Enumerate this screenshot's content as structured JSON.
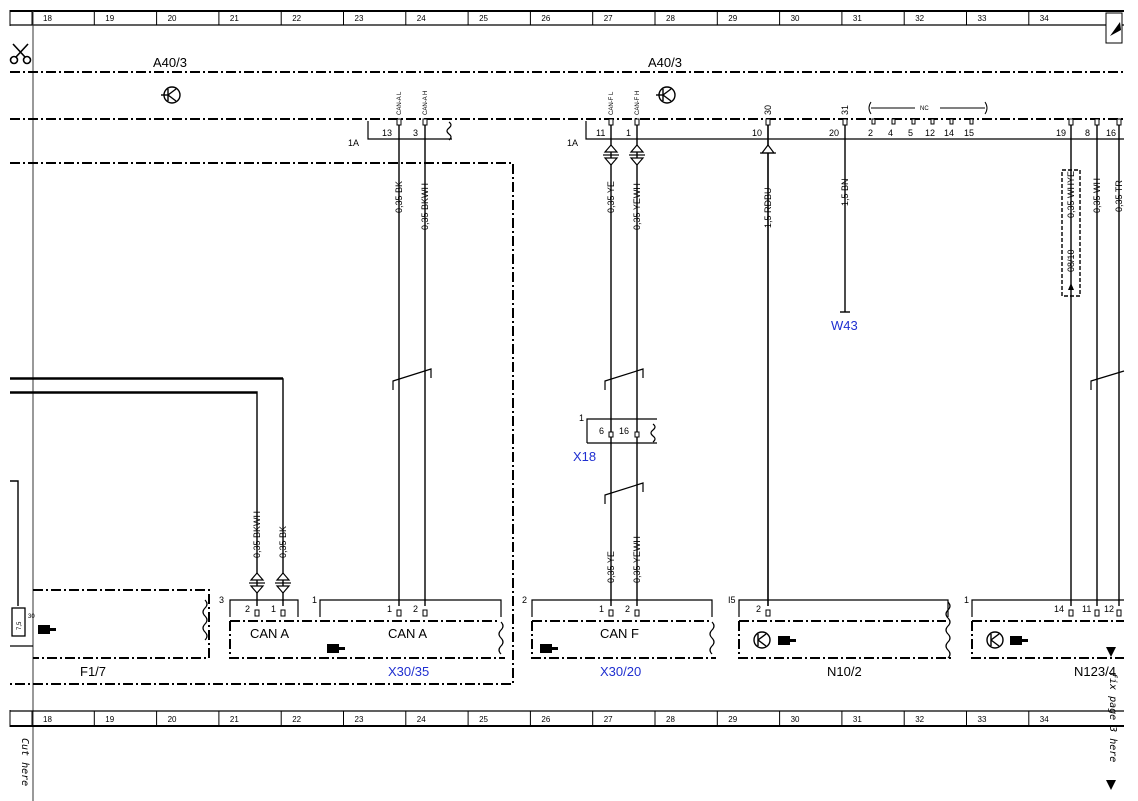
{
  "ruler": {
    "columns": [
      "18",
      "19",
      "20",
      "21",
      "22",
      "23",
      "24",
      "25",
      "26",
      "27",
      "28",
      "29",
      "30",
      "31",
      "32",
      "33",
      "34"
    ]
  },
  "labels": {
    "a40_left": "A40/3",
    "a40_right": "A40/3",
    "f1_7": "F1/7",
    "x30_35": "X30/35",
    "x30_20": "X30/20",
    "n10_2": "N10/2",
    "n123": "N123/4",
    "x18": "X18",
    "w43": "W43",
    "can_a_1": "CAN A",
    "can_a_2": "CAN A",
    "can_f": "CAN F",
    "cut_here_left": "Cut here",
    "right_margin": "fix page 3 here",
    "conn_1a_left": "1A",
    "conn_1a_right": "1A",
    "nc": "NC"
  },
  "top_pins": {
    "left": [
      "13",
      "3"
    ],
    "right": [
      "11",
      "1",
      "10",
      "20"
    ],
    "nc": [
      "2",
      "4",
      "5",
      "12",
      "14",
      "15"
    ],
    "far_right": [
      "19",
      "8",
      "16"
    ],
    "signal_left": [
      "CAN-A L",
      "CAN-A H"
    ],
    "signal_right": [
      "CAN-F L",
      "CAN-F H",
      "30",
      "31"
    ]
  },
  "wires": {
    "bk": "0,35 BK",
    "bkwh": "0,35 BKWH",
    "ye": "0,35 YE",
    "yewh": "0,35 YEWH",
    "rdbu": "1,5 RDBU",
    "bn": "1,5 BN",
    "whye": "0,35 WHYE",
    "wh": "0,35 WH",
    "tr": "0,35 TR",
    "bkwh_low": "0,35 BKWH",
    "bk_low": "0,35 BK",
    "ye_low": "0,35 YE",
    "yewh_low": "0,35 YEWH"
  },
  "x18_pins": [
    "1",
    "6",
    "16"
  ],
  "whye_note": "08/10",
  "bottom_pins": {
    "f17_fuse": "7,5",
    "f17_pin": "30",
    "x3035_group": "3",
    "x3035_pins": [
      "2",
      "1"
    ],
    "x3035_conn": "1",
    "x3035_pins2": [
      "1",
      "2"
    ],
    "x3020_group": "2",
    "x3020_pins": [
      "1",
      "2"
    ],
    "n102_group": "I5",
    "n102_pin": "2",
    "n123_group": "1",
    "n123_pins": [
      "14",
      "11",
      "12"
    ]
  }
}
